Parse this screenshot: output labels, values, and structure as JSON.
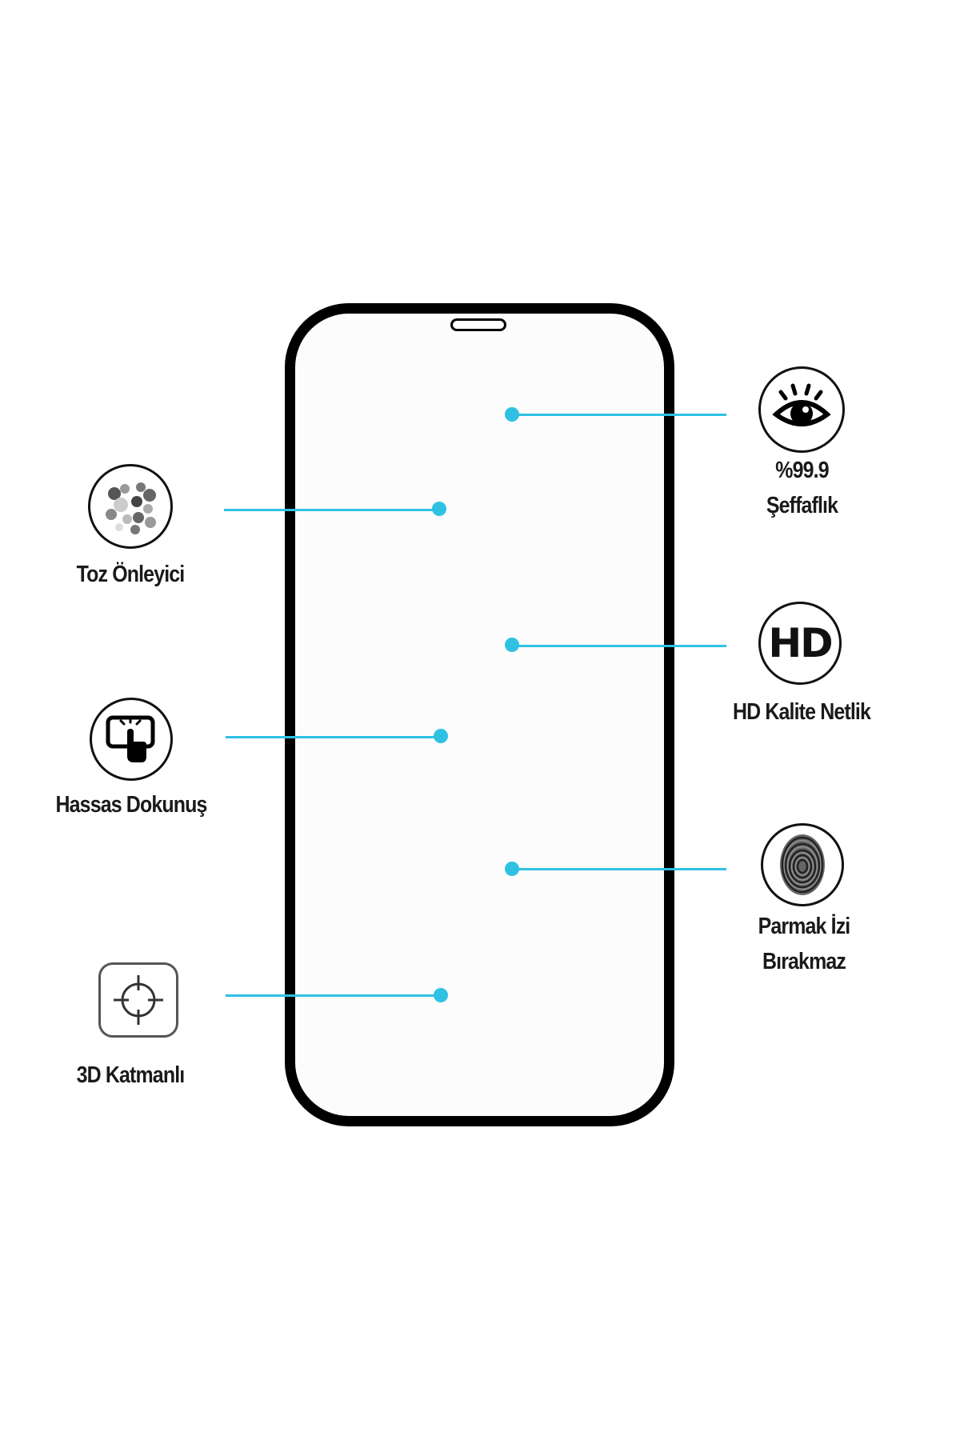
{
  "features": {
    "transparency": {
      "line1": "%99.9",
      "line2": "Şeffaflık",
      "icon": "eye-icon"
    },
    "dust": {
      "label": "Toz Önleyici",
      "icon": "dust-particles-icon"
    },
    "hd": {
      "badge_text": "HD",
      "label": "HD Kalite Netlik",
      "icon": "hd-icon"
    },
    "touch": {
      "label": "Hassas Dokunuş",
      "icon": "touch-screen-icon"
    },
    "fingerprint": {
      "line1": "Parmak İzi",
      "line2": "Bırakmaz",
      "icon": "fingerprint-icon"
    },
    "layer3d": {
      "label": "3D Katmanlı",
      "icon": "crosshair-icon"
    }
  },
  "colors": {
    "accent": "#2ec1e3",
    "frame": "#000000"
  }
}
